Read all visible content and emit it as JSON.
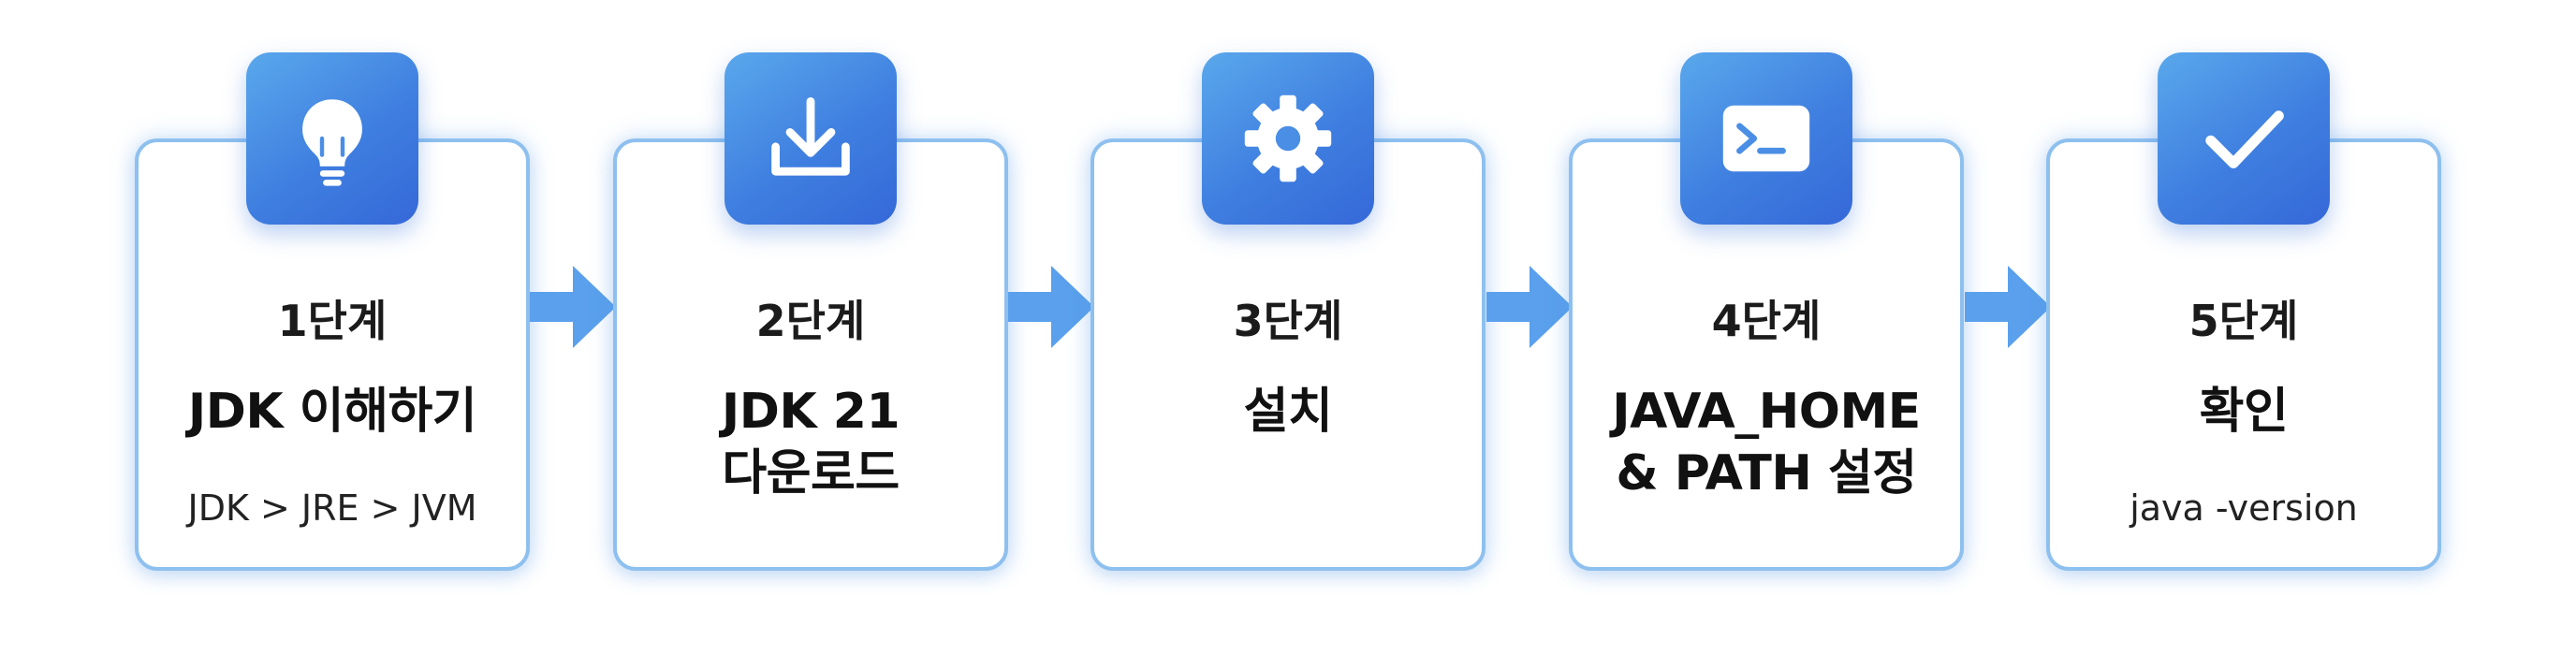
{
  "steps": [
    {
      "icon": "lightbulb-icon",
      "label": "1단계",
      "title_lines": [
        "JDK 이해하기"
      ],
      "subtitle": "JDK > JRE > JVM"
    },
    {
      "icon": "download-icon",
      "label": "2단계",
      "title_lines": [
        "JDK 21",
        "다운로드"
      ],
      "subtitle": ""
    },
    {
      "icon": "gear-icon",
      "label": "3단계",
      "title_lines": [
        "설치"
      ],
      "subtitle": ""
    },
    {
      "icon": "terminal-icon",
      "label": "4단계",
      "title_lines": [
        "JAVA_HOME",
        "& PATH 설정"
      ],
      "subtitle": ""
    },
    {
      "icon": "checkmark-icon",
      "label": "5단계",
      "title_lines": [
        "확인"
      ],
      "subtitle": "java -version"
    }
  ],
  "colors": {
    "card_border": "#8ec0ef",
    "badge_gradient_start": "#5aa8ec",
    "badge_gradient_end": "#3568d8",
    "arrow": "#5aa0ec",
    "text": "#1b1b1b"
  }
}
